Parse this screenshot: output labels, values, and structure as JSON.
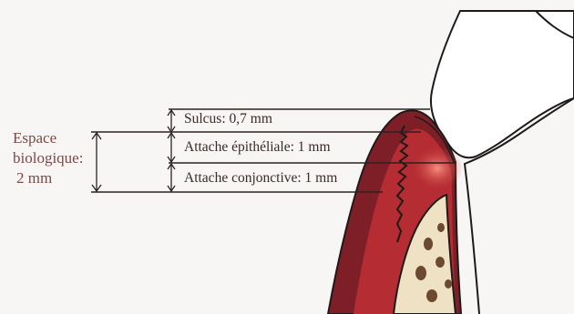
{
  "side_label": {
    "line1": "Espace",
    "line2": "biologique:",
    "line3": "2 mm"
  },
  "measurements": [
    {
      "id": "sulcus",
      "label": "Sulcus: 0,7 mm"
    },
    {
      "id": "epithelial",
      "label": "Attache épithéliale: 1 mm"
    },
    {
      "id": "conjunctive",
      "label": "Attache conjonctive: 1 mm"
    }
  ],
  "colors": {
    "gingiva_outer": "#7e1f27",
    "gingiva_inner": "#b52c32",
    "bone": "#efe2c4",
    "bone_pores": "#6b4a2f",
    "lines": "#2a2222",
    "background": "#f7f6f4"
  }
}
